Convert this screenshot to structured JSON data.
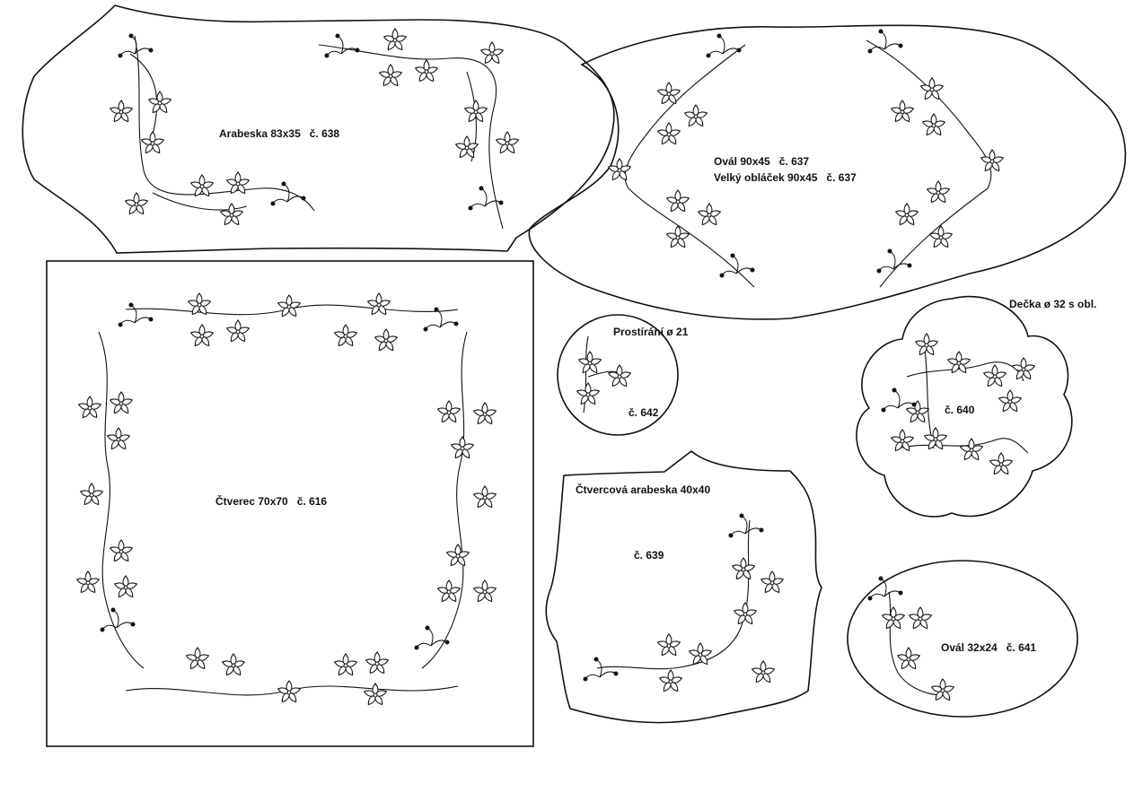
{
  "colors": {
    "ink": "#111111",
    "paper": "#ffffff"
  },
  "patterns": {
    "arabeska": {
      "label": "Arabeska 83x35   č. 638"
    },
    "oval_large": {
      "line1": "Ovál 90x45   č. 637",
      "line2": "Velký obláček 90x45   č. 637"
    },
    "square": {
      "label": "Čtverec 70x70   č. 616"
    },
    "placemat": {
      "title": "Prostírání ø 21",
      "number": "č. 642"
    },
    "doily": {
      "title": "Dečka ø 32 s obl.",
      "number": "č. 640"
    },
    "square_arabeska": {
      "title": "Čtvercová arabeska 40x40",
      "number": "č. 639"
    },
    "oval_small": {
      "label": "Ovál 32x24   č. 641"
    }
  }
}
